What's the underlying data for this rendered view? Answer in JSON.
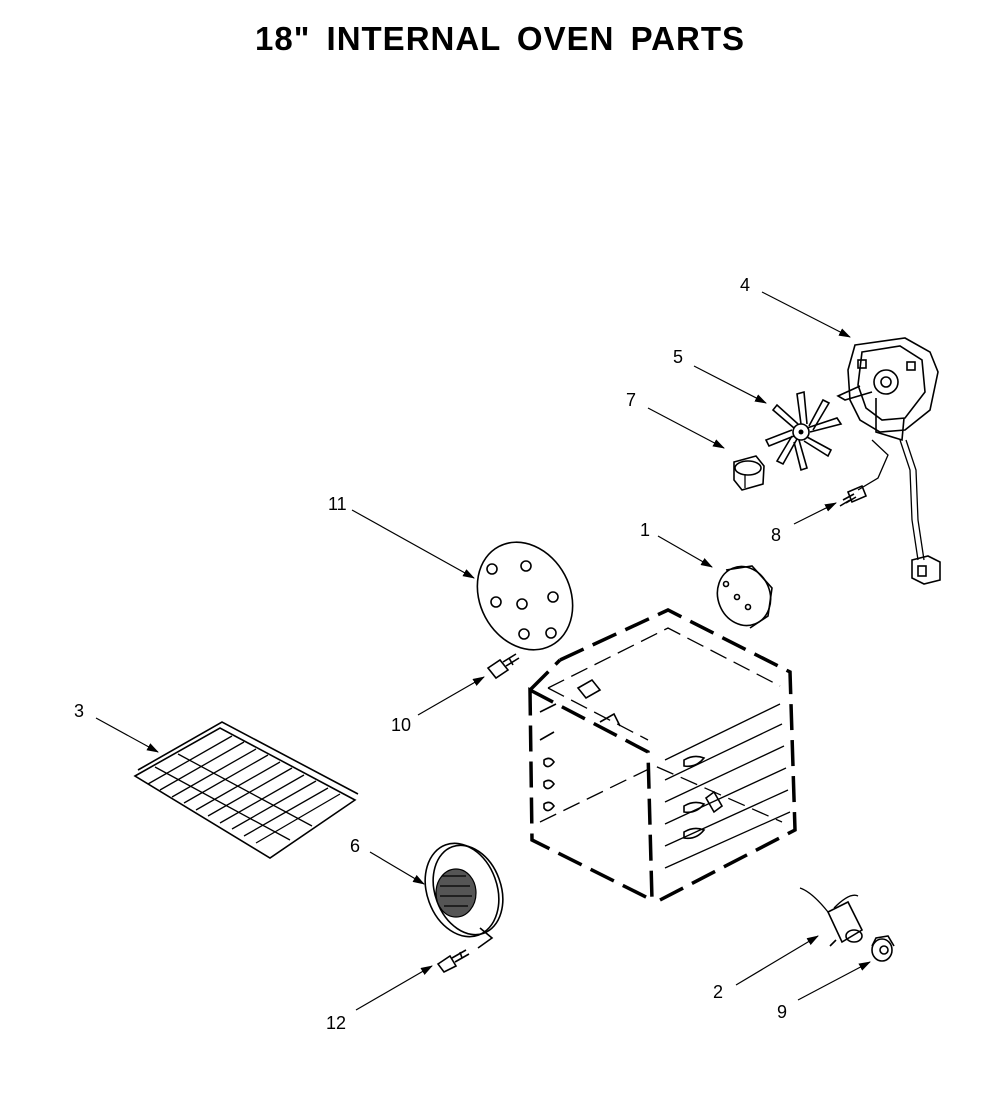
{
  "title": "18\" INTERNAL OVEN PARTS",
  "callouts": {
    "c1": "1",
    "c2": "2",
    "c3": "3",
    "c4": "4",
    "c5": "5",
    "c6": "6",
    "c7": "7",
    "c8": "8",
    "c9": "9",
    "c10": "10",
    "c11": "11",
    "c12": "12"
  }
}
